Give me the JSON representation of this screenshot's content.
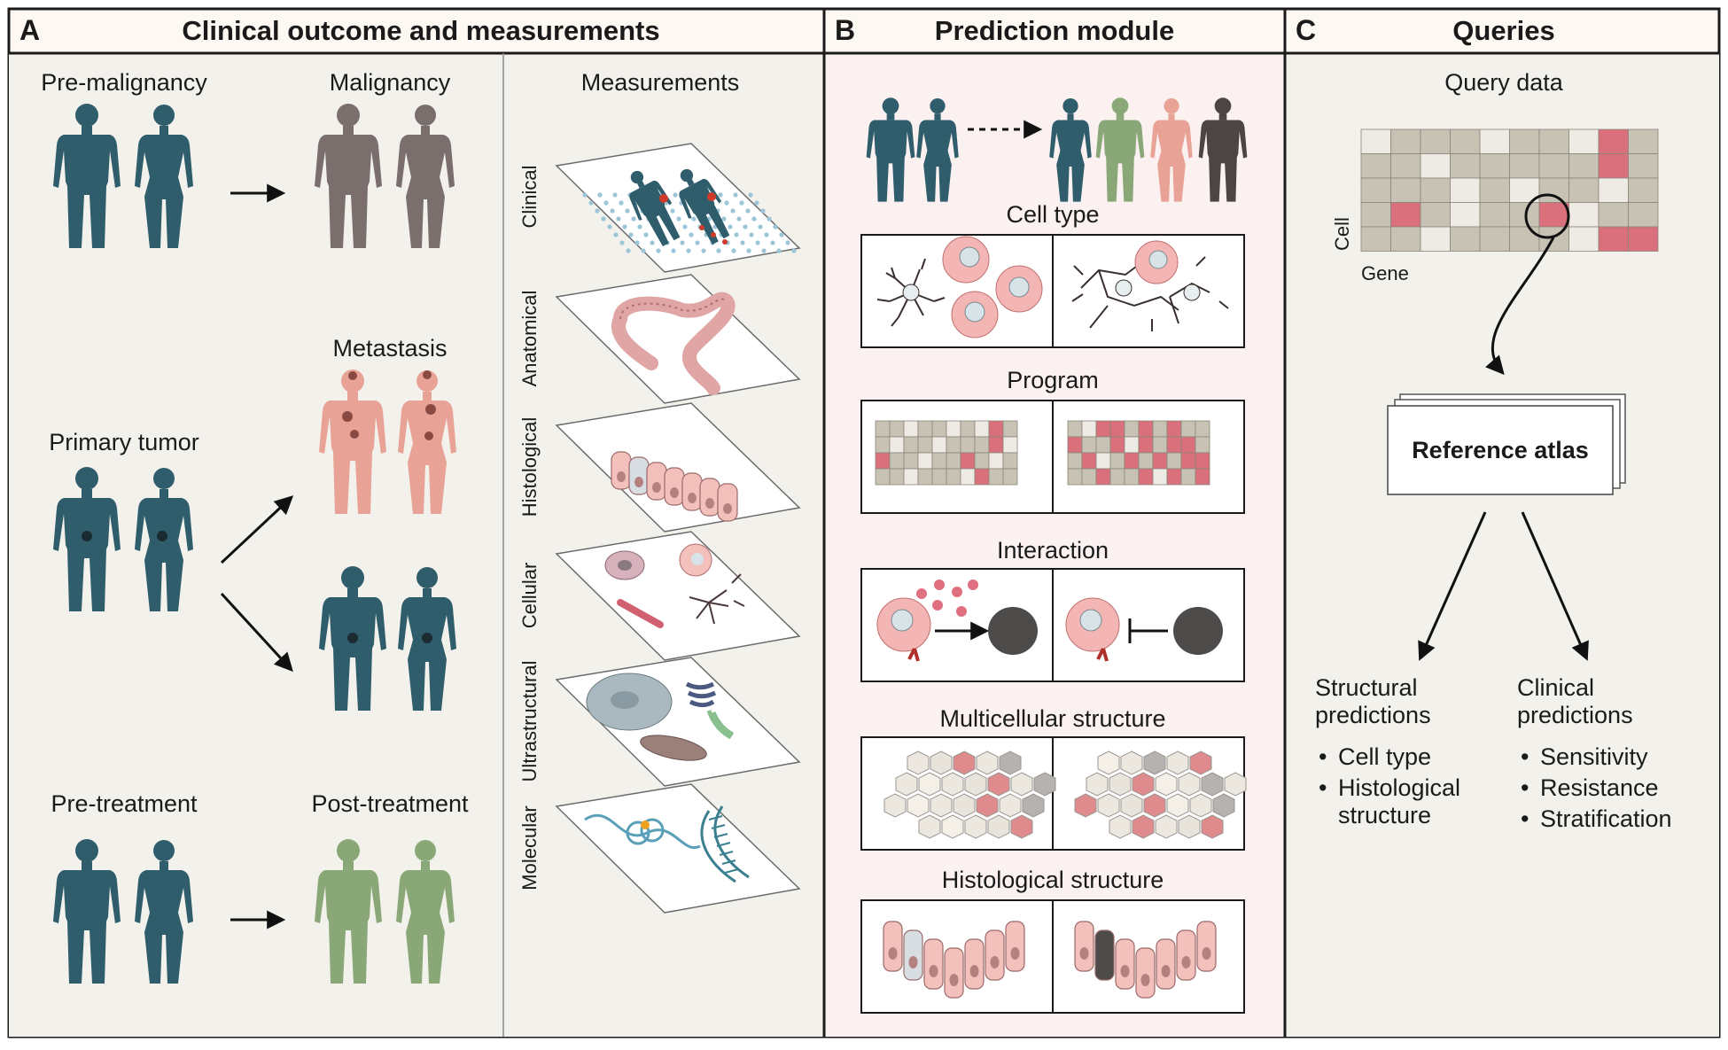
{
  "colors": {
    "teal": "#2f5d6b",
    "gray": "#7b6f6e",
    "salmon": "#e8a396",
    "green": "#8aa877",
    "dark": "#4d4445",
    "panel_bg": "#f3f1ec",
    "header_bg": "#fdf8f2",
    "pink_bg": "#fbf1f1",
    "heat_beige": "#c7c2b4",
    "heat_red": "#d9707c",
    "heat_light": "#eeebe4"
  },
  "panelA": {
    "letter": "A",
    "title": "Clinical outcome and measurements",
    "pre_malignancy": "Pre-malignancy",
    "malignancy": "Malignancy",
    "metastasis": "Metastasis",
    "primary_tumor": "Primary tumor",
    "pre_treatment": "Pre-treatment",
    "post_treatment": "Post-treatment",
    "measurements": "Measurements",
    "layers": [
      "Clinical",
      "Anatomical",
      "Histological",
      "Cellular",
      "Ultrastructural",
      "Molecular"
    ]
  },
  "panelB": {
    "letter": "B",
    "title": "Prediction module",
    "sections": [
      "Cell type",
      "Program",
      "Interaction",
      "Multicellular structure",
      "Histological structure"
    ]
  },
  "panelC": {
    "letter": "C",
    "title": "Queries",
    "query_data": "Query data",
    "axis_cell": "Cell",
    "axis_gene": "Gene",
    "reference_atlas": "Reference atlas",
    "structural_title_1": "Structural",
    "structural_title_2": "predictions",
    "structural_items": [
      "Cell type",
      "Histological",
      "structure"
    ],
    "clinical_title_1": "Clinical",
    "clinical_title_2": "predictions",
    "clinical_items": [
      "Sensitivity",
      "Resistance",
      "Stratification"
    ]
  }
}
